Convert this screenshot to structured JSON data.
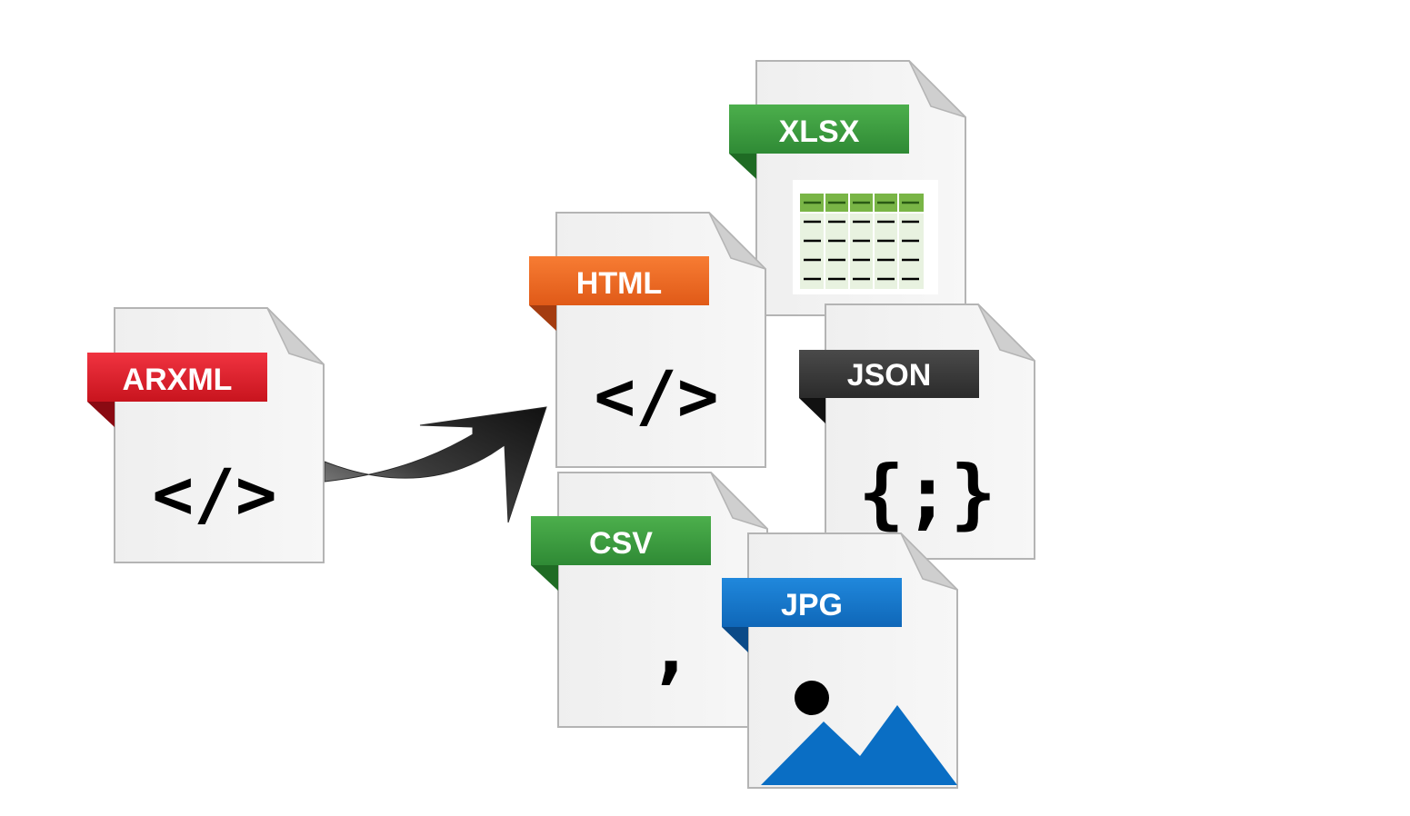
{
  "source": {
    "label": "ARXML",
    "glyph": "</>",
    "tag_color": "#e0222c",
    "icon": "code-icon"
  },
  "arrow": {
    "icon": "curved-arrow-icon"
  },
  "targets": [
    {
      "id": "xlsx",
      "label": "XLSX",
      "tag_color": "#3c9a3c",
      "icon": "spreadsheet-icon"
    },
    {
      "id": "html",
      "label": "HTML",
      "glyph": "</>",
      "tag_color": "#f06a25",
      "icon": "code-icon"
    },
    {
      "id": "json",
      "label": "JSON",
      "glyph": "{;}",
      "tag_color": "#3a3a3a",
      "icon": "braces-icon"
    },
    {
      "id": "csv",
      "label": "CSV",
      "glyph": ",",
      "tag_color": "#3c9a3c",
      "icon": "comma-icon"
    },
    {
      "id": "jpg",
      "label": "JPG",
      "tag_color": "#1778c8",
      "icon": "image-icon"
    }
  ],
  "colors": {
    "page_fill": "#f2f2f2",
    "page_border": "#b4b4b4",
    "fold": "#cfcfcf",
    "image_blue": "#0a6ec4",
    "sheet_green": "#79b546"
  }
}
